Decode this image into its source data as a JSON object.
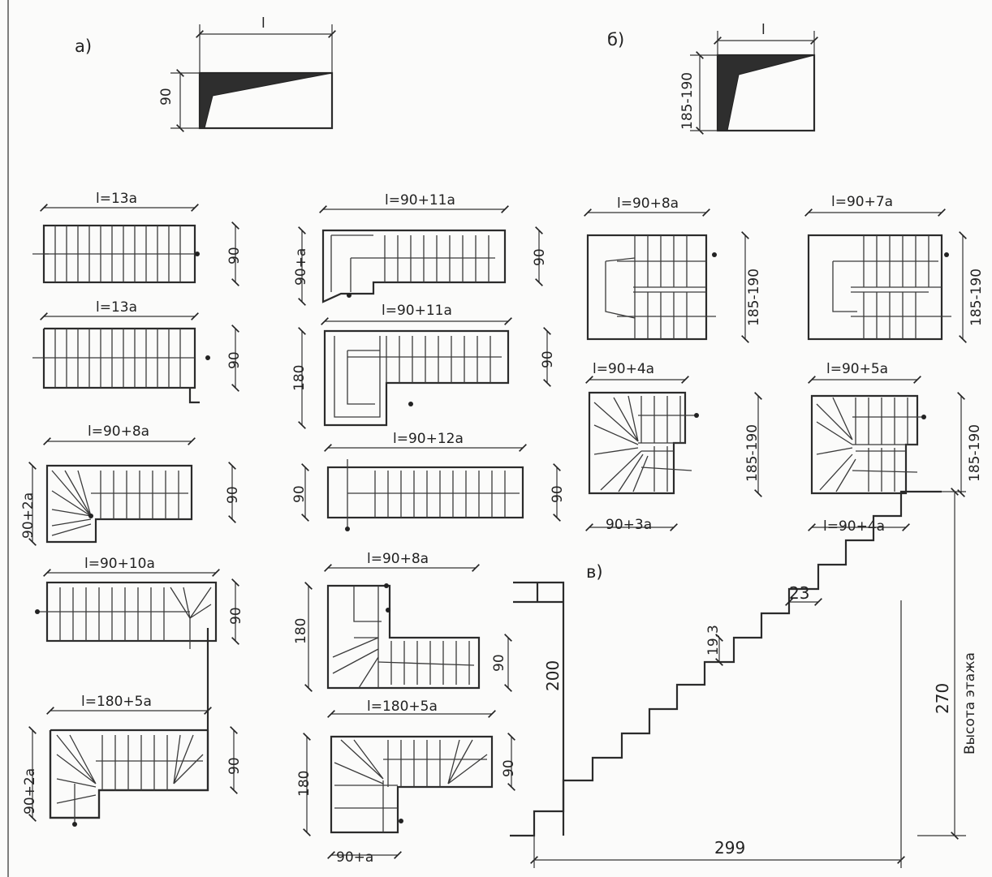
{
  "section_labels": {
    "a": "а)",
    "b": "б)",
    "v": "в)"
  },
  "header_a": {
    "width": "l",
    "height": "90"
  },
  "header_b": {
    "width": "l",
    "height": "185-190"
  },
  "plans_a": [
    {
      "id": "p1",
      "length": "l=13a",
      "depth": "90"
    },
    {
      "id": "p2",
      "length": "l=13a",
      "depth": "90"
    },
    {
      "id": "p3",
      "length": "l=90+8a",
      "depth": "90",
      "side": "90+2a"
    },
    {
      "id": "p4",
      "length": "l=90+10a",
      "depth": "90"
    },
    {
      "id": "p5",
      "length": "l=180+5a",
      "depth": "90",
      "side": "90+2a"
    },
    {
      "id": "p6",
      "length": "l=90+11a",
      "depth": "90",
      "side": "90+a"
    },
    {
      "id": "p7",
      "length": "l=90+11a",
      "depth": "90",
      "side": "180"
    },
    {
      "id": "p8",
      "length": "l=90+12a",
      "depth": "90",
      "side": "90"
    },
    {
      "id": "p9",
      "length": "l=90+8a",
      "depth": "90",
      "side": "180"
    },
    {
      "id": "p10",
      "length": "l=180+5a",
      "depth": "90",
      "side": "180",
      "bottom": "90+a"
    }
  ],
  "plans_b": [
    {
      "id": "b1",
      "length": "l=90+8a",
      "side": "185-190"
    },
    {
      "id": "b2",
      "length": "l=90+7a",
      "side": "185-190"
    },
    {
      "id": "b3",
      "length": "l=90+4a",
      "bottom": "90+3a"
    },
    {
      "id": "b4",
      "length": "l=90+5a",
      "side_left": "185-190",
      "side_right": "185-190",
      "bottom": "l=90+4a"
    }
  ],
  "section_v": {
    "tread": "23",
    "riser": "19,3",
    "headroom": "200",
    "floor_height": "270",
    "floor_height_label": "Высота этажа",
    "run": "299"
  }
}
